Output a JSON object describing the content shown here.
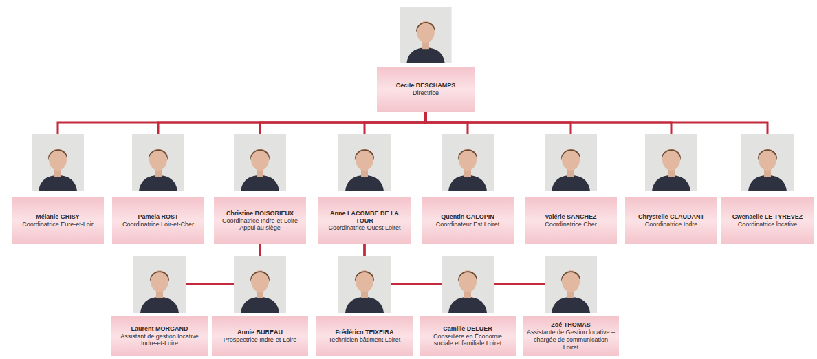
{
  "diagram": {
    "nodes": [
      {
        "text": [
          "Cécile DESCHAMPS",
          "Directrice"
        ]
      },
      {
        "text": [
          "Mélanie GRISY",
          "Coordinatrice Eure-et-Loir"
        ]
      },
      {
        "text": [
          "Pamela ROST",
          "Coordinatrice Loir-et-Cher"
        ]
      },
      {
        "text": [
          "Christine BOISORIEUX",
          "Coordinatrice Indre-et-Loire Appui au siège"
        ]
      },
      {
        "text": [
          "Anne LACOMBE DE LA TOUR",
          "Coordinatrice Ouest Loiret"
        ]
      },
      {
        "text": [
          "Quentin GALOPIN",
          "Coordinateur Est Loiret"
        ]
      },
      {
        "text": [
          "Valérie SANCHEZ",
          "Coordinatrice Cher"
        ]
      },
      {
        "text": [
          "Chrystelle CLAUDANT",
          "Coordinatrice Indre"
        ]
      },
      {
        "text": [
          "Gwenaëlle LE TYREVEZ",
          "Coordinatrice locative"
        ]
      },
      {
        "text": [
          "Laurent MORGAND",
          "Assistant de gestion locative Indre-et-Loire"
        ]
      },
      {
        "text": [
          "Annie BUREAU",
          "Prospectrice Indre-et-Loire"
        ]
      },
      {
        "text": [
          "Frédérico TEIXEIRA",
          "Technicien bâtiment Loiret"
        ]
      },
      {
        "text": [
          "Camille DELUER",
          "Conseillère en Économie sociale et familiale Loiret"
        ]
      },
      {
        "text": [
          "Zoé THOMAS",
          "Assistante de Gestion locative – chargée de communication Loiret"
        ]
      }
    ],
    "edges": [
      {
        "from": 0,
        "to": 1,
        "arrow": "none"
      },
      {
        "from": 0,
        "to": 2,
        "arrow": "none"
      },
      {
        "from": 0,
        "to": 3,
        "arrow": "none"
      },
      {
        "from": 0,
        "to": 4,
        "arrow": "none"
      },
      {
        "from": 0,
        "to": 5,
        "arrow": "none"
      },
      {
        "from": 0,
        "to": 6,
        "arrow": "none"
      },
      {
        "from": 0,
        "to": 7,
        "arrow": "none"
      },
      {
        "from": 0,
        "to": 8,
        "arrow": "none"
      },
      {
        "from": 3,
        "to": 9,
        "arrow": "none"
      },
      {
        "from": 3,
        "to": 10,
        "arrow": "none"
      },
      {
        "from": 4,
        "to": 11,
        "arrow": "none"
      },
      {
        "from": 4,
        "to": 12,
        "arrow": "none"
      },
      {
        "from": 4,
        "to": 13,
        "arrow": "none"
      }
    ]
  }
}
